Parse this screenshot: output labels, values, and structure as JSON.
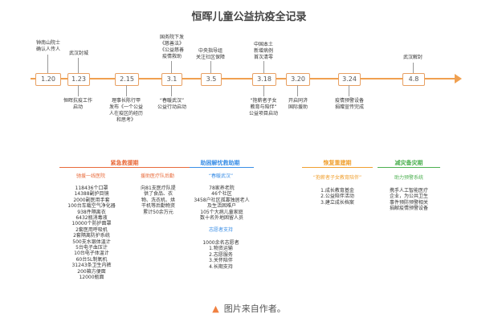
{
  "title": "恒晖儿童公益抗疫全记录",
  "timeline": {
    "dates": [
      "1.20",
      "1.23",
      "2.15",
      "3.1",
      "3.5",
      "3.18",
      "3.20",
      "3.24",
      "4.8"
    ]
  },
  "events_top": [
    {
      "lines": [
        "钟南山院士",
        "确认人传人"
      ]
    },
    {
      "lines": [
        "武汉封城"
      ]
    },
    {
      "lines": [
        "国务院下发",
        "《慈善法》",
        "《公益慈善",
        "疫情救助"
      ]
    },
    {
      "lines": [
        "中央指导组",
        "关注社区保障"
      ]
    },
    {
      "lines": [
        "中国本土",
        "新增病例",
        "首次清零"
      ]
    },
    {
      "lines": [
        "武汉解封"
      ]
    }
  ],
  "events_bottom": [
    {
      "lines": [
        "恒晖抗疫工作",
        "启动"
      ]
    },
    {
      "lines": [
        "理事长陈行甲",
        "发布《一个公益",
        "人在疫区的经历",
        "和思考》"
      ]
    },
    {
      "lines": [
        "“春暖武汉”",
        "公益行动启动"
      ]
    },
    {
      "lines": [
        "“抱薪者子女",
        "教育与陪伴”",
        "公益项目启动"
      ]
    },
    {
      "lines": [
        "开启同济",
        "国际援助"
      ]
    },
    {
      "lines": [
        "疫情预警设备",
        "捐赠宣传完成"
      ]
    }
  ],
  "sections": [
    {
      "title": "紧急救援期",
      "color": "#e86a3a",
      "subs": [
        {
          "label": "驰援一线医院",
          "items": [
            "118436个口罩",
            "14388副护目镜",
            "2000副医用手套",
            "100台车载空气净化器",
            "938件隔离衣",
            "6432瓶消毒液",
            "10000个防护面罩",
            "2套医用呼吸机",
            "2套隔离防护系统",
            "500支水银体温计",
            "5台电子血压计",
            "10台电子体温计",
            "60台5L制氧机",
            "31243条卫生内裤",
            "200箱方便面",
            "12000瓶面"
          ]
        },
        {
          "label": "援助医疗队后勤",
          "items": [
            "向81支医疗队提",
            "供了食品、衣",
            "物、洗衣机、烘",
            "干机等后勤物资",
            "累计50余万元"
          ]
        }
      ]
    },
    {
      "title": "助困解忧救助期",
      "color": "#3a8ee6",
      "subs": [
        {
          "label": "“春暖武汉”",
          "items": [
            "78家养老院",
            "46个社区",
            "3458户社区孤寡独居老人",
            "及生活困难户",
            "105个大病儿童家庭",
            "数十名外地困留人员"
          ]
        },
        {
          "label": "志愿者支持",
          "items": [
            "1000余名志愿者",
            "1.物资运输",
            "2.志愿服务",
            "3.关怀陪伴",
            "4.长期支持"
          ]
        }
      ]
    },
    {
      "title": "恢复重建期",
      "color": "#f0a030",
      "subs": [
        {
          "label": "“抱薪者子女教育陪伴”",
          "items": [
            "1.成长教育基金",
            "2.公益陪伴活动",
            "3.建立成长档案"
          ]
        }
      ]
    },
    {
      "title": "减灾备灾期",
      "color": "#4cb050",
      "subs": [
        {
          "label": "助力预警系统",
          "items": [
            "携手人工智能医疗",
            "企业，为公共卫生",
            "事件预防预警相关",
            "捐献疫情预警设备"
          ]
        }
      ]
    }
  ],
  "caption": "图片来自作者。"
}
